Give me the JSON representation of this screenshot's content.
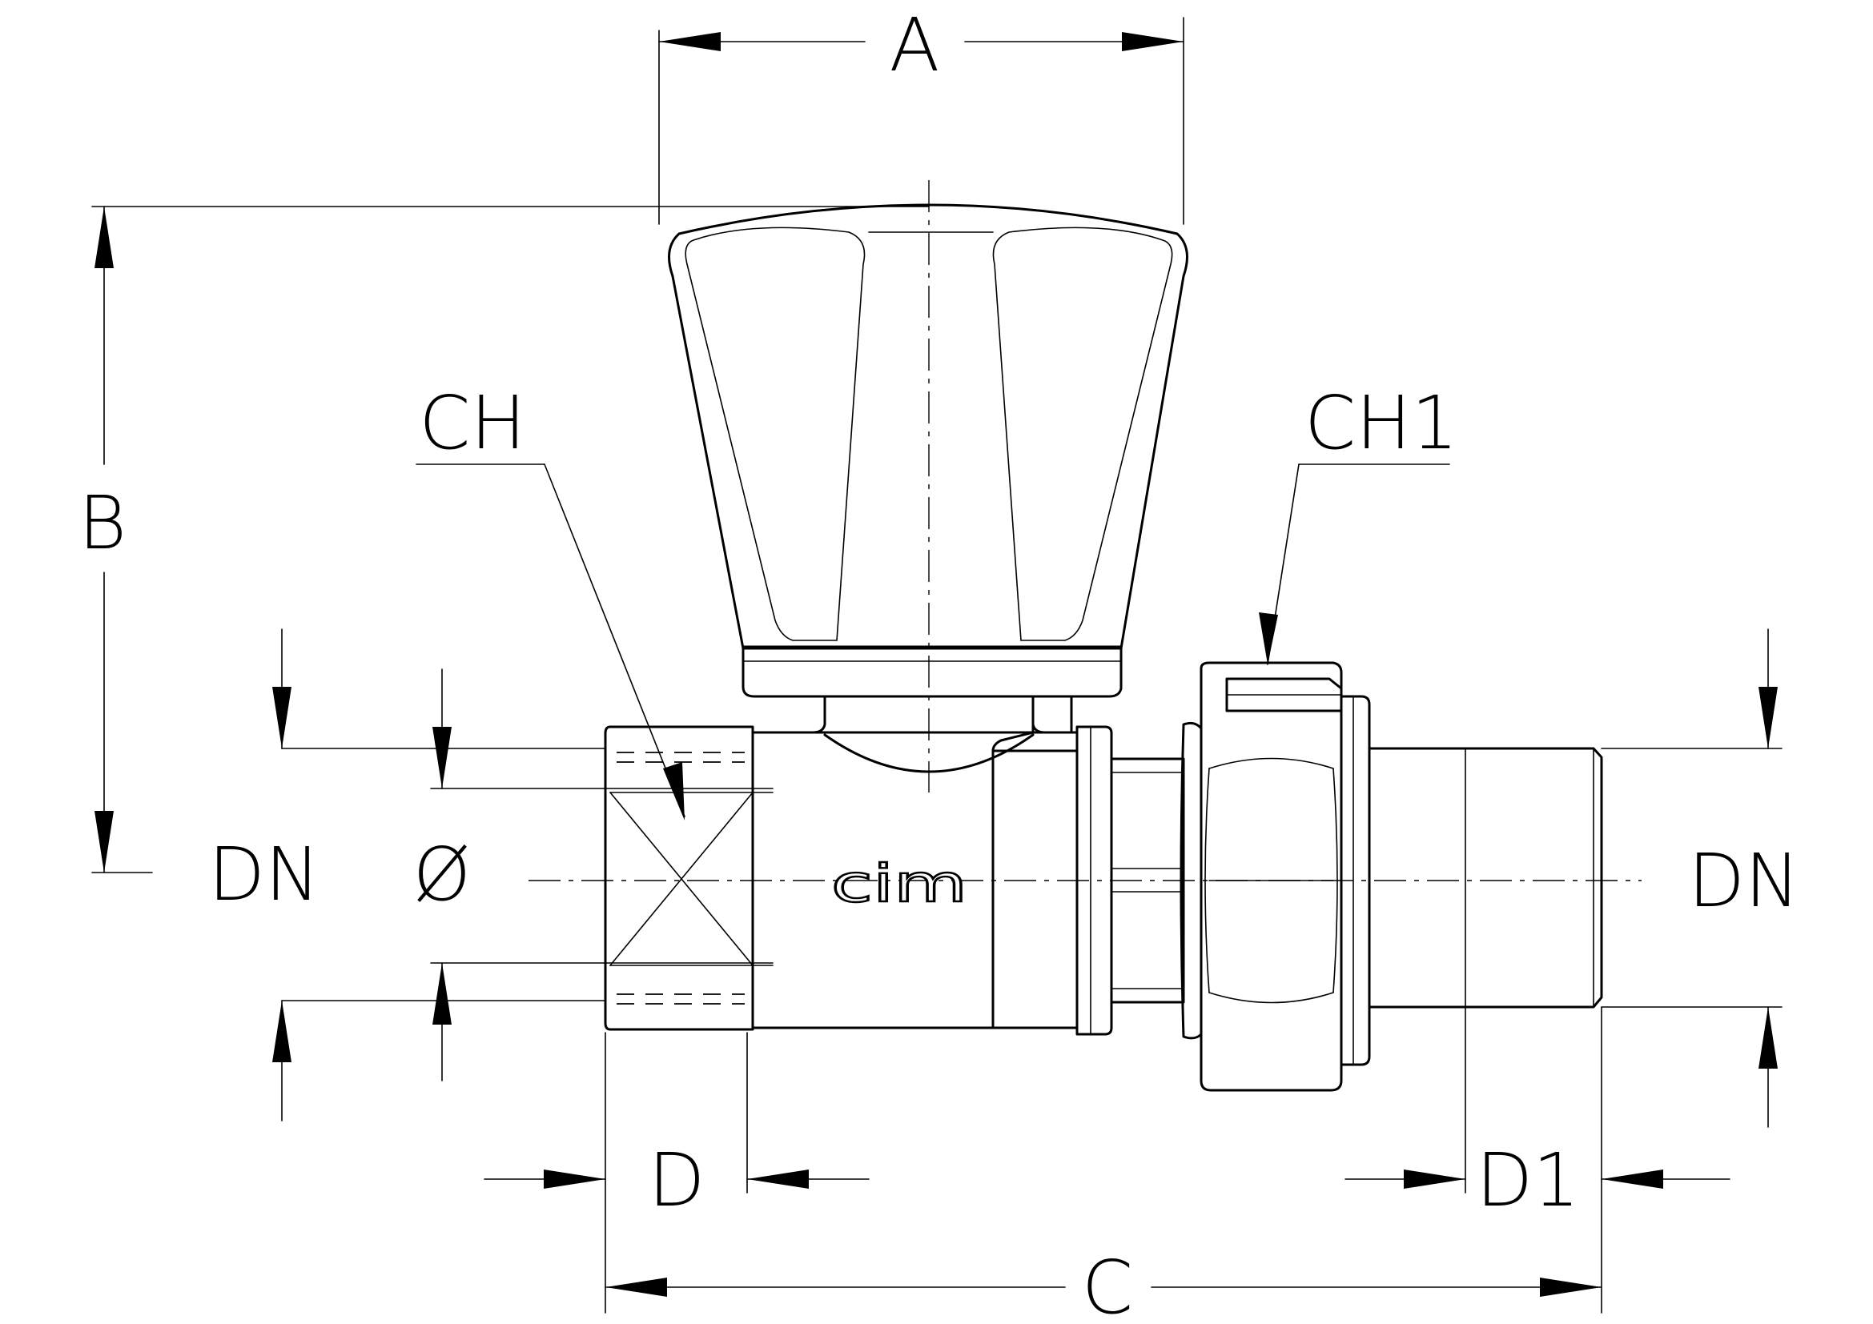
{
  "labels": {
    "a": "A",
    "b": "B",
    "c": "C",
    "d": "D",
    "d1": "D1",
    "ch": "CH",
    "ch1": "CH1",
    "dn_left": "DN",
    "dia": "Ø",
    "dn_right": "DN"
  },
  "logo": "cim"
}
